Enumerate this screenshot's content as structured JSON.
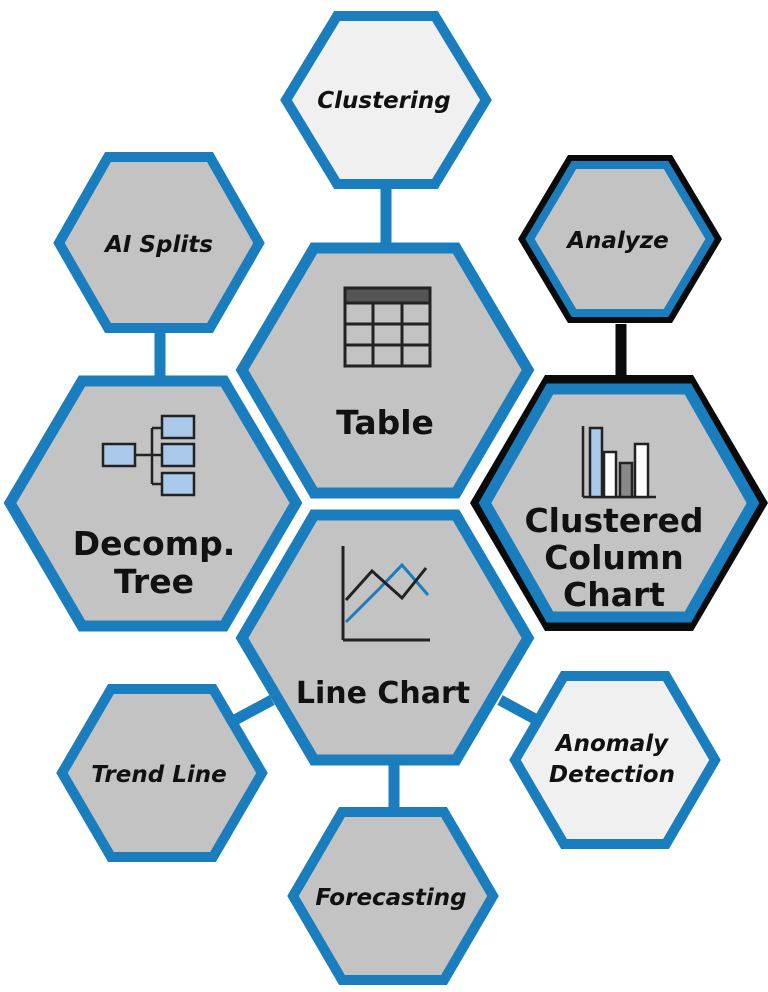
{
  "colors": {
    "blue": "#1a7dbd",
    "black": "#0a0a0a",
    "gray_fill": "#c3c3c3",
    "light_fill": "#f0f0f0",
    "icon_blue": "#a9c8ea"
  },
  "nodes": {
    "clustering": {
      "label": "Clustering"
    },
    "ai_splits": {
      "label": "AI Splits"
    },
    "analyze": {
      "label": "Analyze"
    },
    "table": {
      "label": "Table"
    },
    "decomp_tree": {
      "line1": "Decomp.",
      "line2": "Tree"
    },
    "clustered_column_chart": {
      "line1": "Clustered",
      "line2": "Column",
      "line3": "Chart"
    },
    "line_chart": {
      "label": "Line Chart"
    },
    "trend_line": {
      "label": "Trend Line"
    },
    "anomaly_detection": {
      "line1": "Anomaly",
      "line2": "Detection"
    },
    "forecasting": {
      "label": "Forecasting"
    }
  },
  "icons": {
    "table": "table-grid-icon",
    "decomp_tree": "decomposition-tree-icon",
    "clustered_column_chart": "clustered-column-chart-icon",
    "line_chart": "line-chart-icon"
  }
}
